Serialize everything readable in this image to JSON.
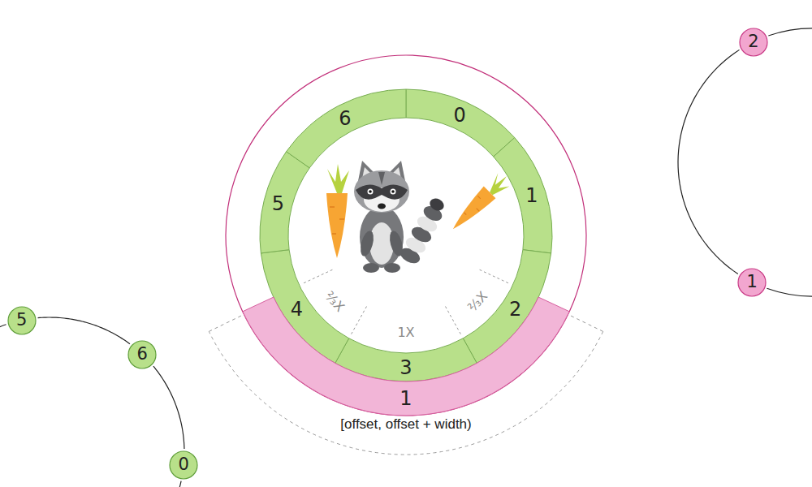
{
  "diagram": {
    "nodes": [
      {
        "text": [
          "0"
        ]
      },
      {
        "text": [
          "1"
        ]
      },
      {
        "text": [
          "2"
        ]
      },
      {
        "text": [
          "3"
        ]
      },
      {
        "text": [
          "4"
        ]
      },
      {
        "text": [
          "5"
        ]
      },
      {
        "text": [
          "6"
        ]
      },
      {
        "text": [
          "1"
        ]
      },
      {
        "text": [
          "5"
        ]
      },
      {
        "text": [
          "6"
        ]
      },
      {
        "text": [
          "0"
        ]
      },
      {
        "text": [
          "2"
        ]
      },
      {
        "text": [
          "1"
        ]
      }
    ],
    "edges": [
      {
        "from": 8,
        "to": 9,
        "arrow": "none"
      },
      {
        "from": 9,
        "to": 10,
        "arrow": "none"
      },
      {
        "from": 11,
        "to": 12,
        "arrow": "none"
      }
    ],
    "labels": [
      "⅔X",
      "1X",
      "⅔X",
      "[offset, offset + width)"
    ]
  }
}
